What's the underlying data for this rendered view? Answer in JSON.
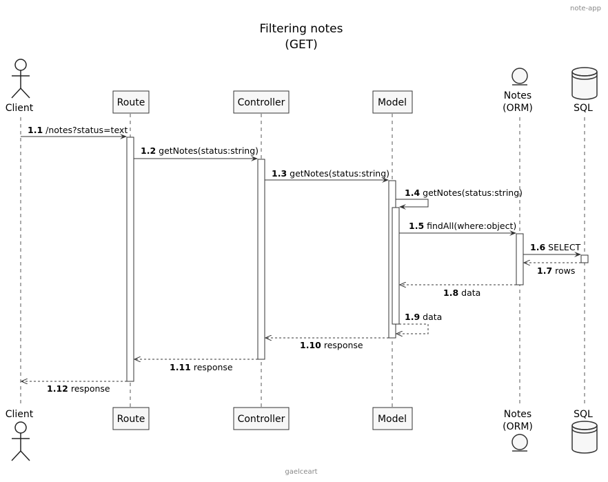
{
  "header": "note-app",
  "footer": "gaelceart",
  "title": {
    "line1": "Filtering notes",
    "line2": "(GET)"
  },
  "participants": {
    "client": "Client",
    "route": "Route",
    "controller": "Controller",
    "model": "Model",
    "notes": {
      "line1": "Notes",
      "line2": "(ORM)"
    },
    "sql": "SQL"
  },
  "messages": [
    {
      "num": "1.1",
      "text": "/notes?status=text"
    },
    {
      "num": "1.2",
      "text": "getNotes(status:string)"
    },
    {
      "num": "1.3",
      "text": "getNotes(status:string)"
    },
    {
      "num": "1.4",
      "text": "getNotes(status:string)"
    },
    {
      "num": "1.5",
      "text": "findAll(where:object)"
    },
    {
      "num": "1.6",
      "text": "SELECT"
    },
    {
      "num": "1.7",
      "text": "rows"
    },
    {
      "num": "1.8",
      "text": "data"
    },
    {
      "num": "1.9",
      "text": "data"
    },
    {
      "num": "1.10",
      "text": "response"
    },
    {
      "num": "1.11",
      "text": "response"
    },
    {
      "num": "1.12",
      "text": "response"
    }
  ]
}
